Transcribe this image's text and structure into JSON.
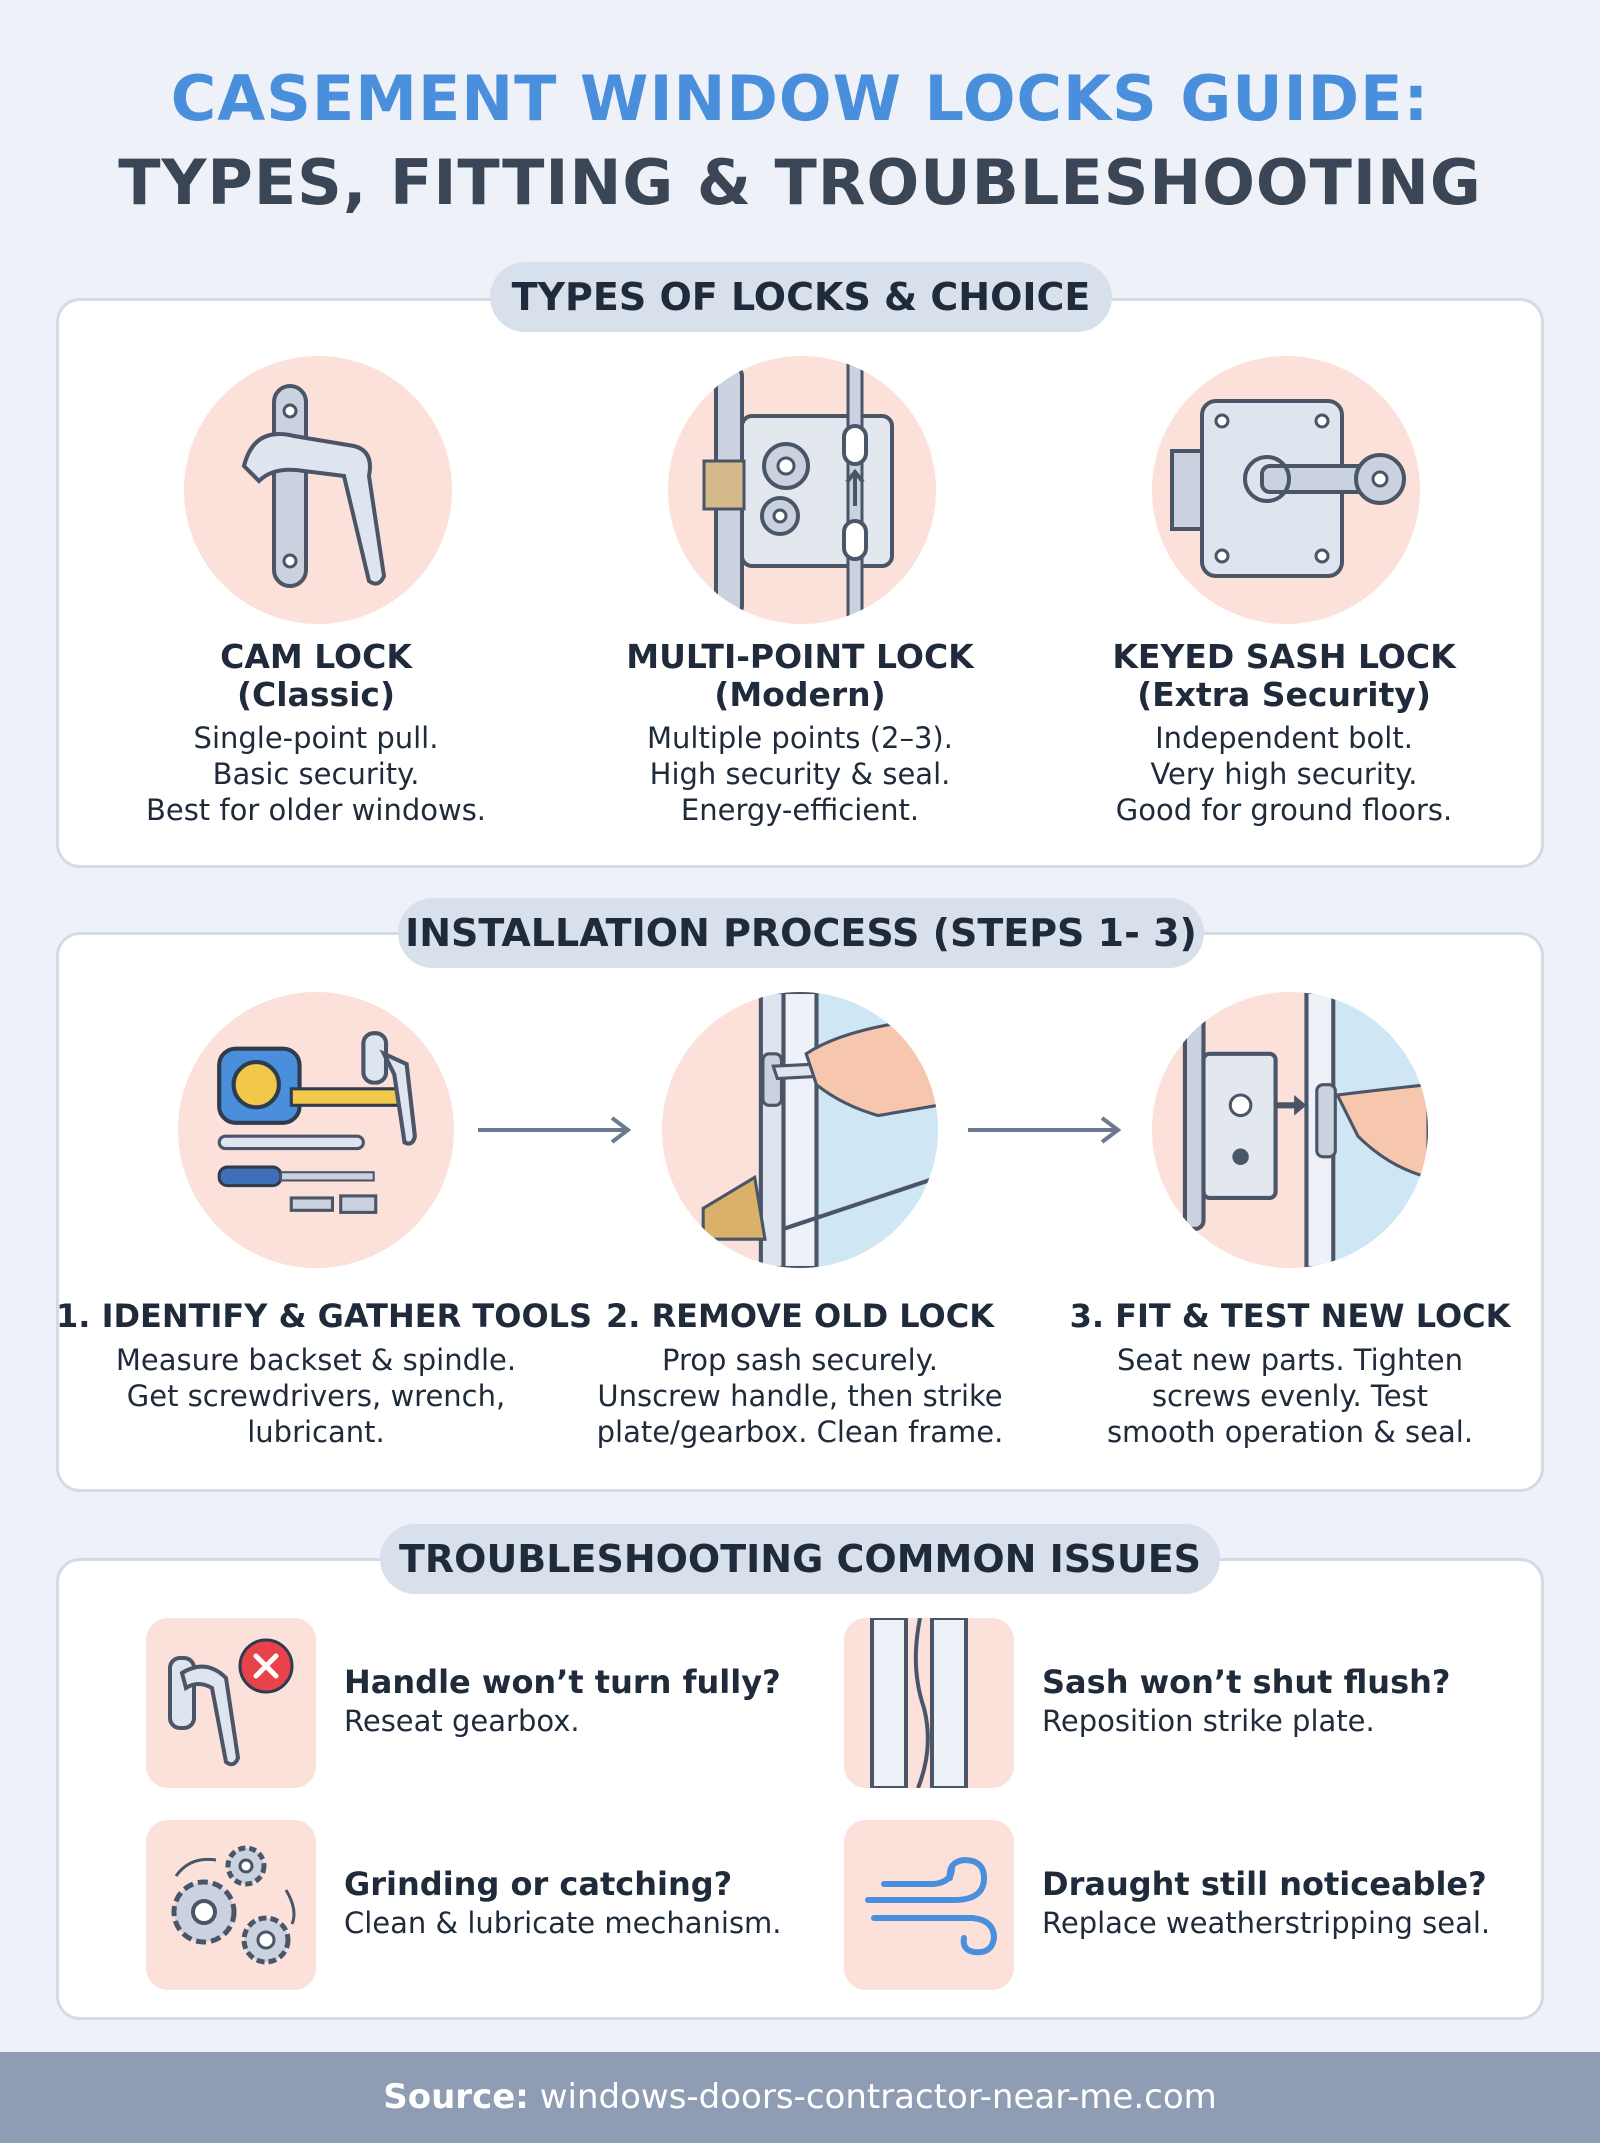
{
  "title": {
    "line1": "CASEMENT WINDOW LOCKS GUIDE:",
    "line2": "TYPES, FITTING & TROUBLESHOOTING"
  },
  "types_section": {
    "heading": "TYPES OF LOCKS & CHOICE",
    "items": [
      {
        "icon": "cam-lock-handle-icon",
        "name": "CAM LOCK",
        "sub": "(Classic)",
        "lines": [
          "Single-point pull.",
          "Basic security.",
          "Best for older windows."
        ]
      },
      {
        "icon": "multi-point-gearbox-icon",
        "name": "MULTI-POINT LOCK",
        "sub": "(Modern)",
        "lines": [
          "Multiple points (2–3).",
          "High security & seal.",
          "Energy-efficient."
        ]
      },
      {
        "icon": "keyed-lock-icon",
        "name": "KEYED SASH LOCK",
        "sub": "(Extra Security)",
        "lines": [
          "Independent bolt.",
          "Very high security.",
          "Good for ground floors."
        ]
      }
    ]
  },
  "install_section": {
    "heading": "INSTALLATION PROCESS (STEPS 1- 3)",
    "steps": [
      {
        "icon": "tools-icon",
        "title": "1. IDENTIFY & GATHER TOOLS",
        "lines": [
          "Measure backset & spindle.",
          "Get screwdrivers, wrench,",
          "lubricant."
        ]
      },
      {
        "icon": "remove-handle-icon",
        "title": "2. REMOVE OLD LOCK",
        "lines": [
          "Prop sash securely.",
          "Unscrew handle, then strike",
          "plate/gearbox. Clean frame."
        ]
      },
      {
        "icon": "fit-lock-icon",
        "title": "3. FIT & TEST NEW LOCK",
        "lines": [
          "Seat new parts. Tighten",
          "screws evenly. Test",
          "smooth operation & seal."
        ]
      }
    ]
  },
  "trouble_section": {
    "heading": "TROUBLESHOOTING COMMON ISSUES",
    "issues": [
      {
        "icon": "handle-error-icon",
        "question": "Handle won’t turn fully?",
        "answer": "Reseat gearbox."
      },
      {
        "icon": "sash-gap-icon",
        "question": "Sash won’t shut flush?",
        "answer": "Reposition strike plate."
      },
      {
        "icon": "gears-icon",
        "question": "Grinding or catching?",
        "answer": "Clean & lubricate mechanism."
      },
      {
        "icon": "draught-wind-icon",
        "question": "Draught still noticeable?",
        "answer": "Replace weatherstripping seal."
      }
    ]
  },
  "footer": {
    "label": "Source:",
    "text": " windows-doors-contractor-near-me.com"
  },
  "colors": {
    "title_blue": "#4a8fdb",
    "title_dark": "#3a4556",
    "circle_bg": "#fbe1da",
    "footer_bg": "#8e9cb4"
  }
}
